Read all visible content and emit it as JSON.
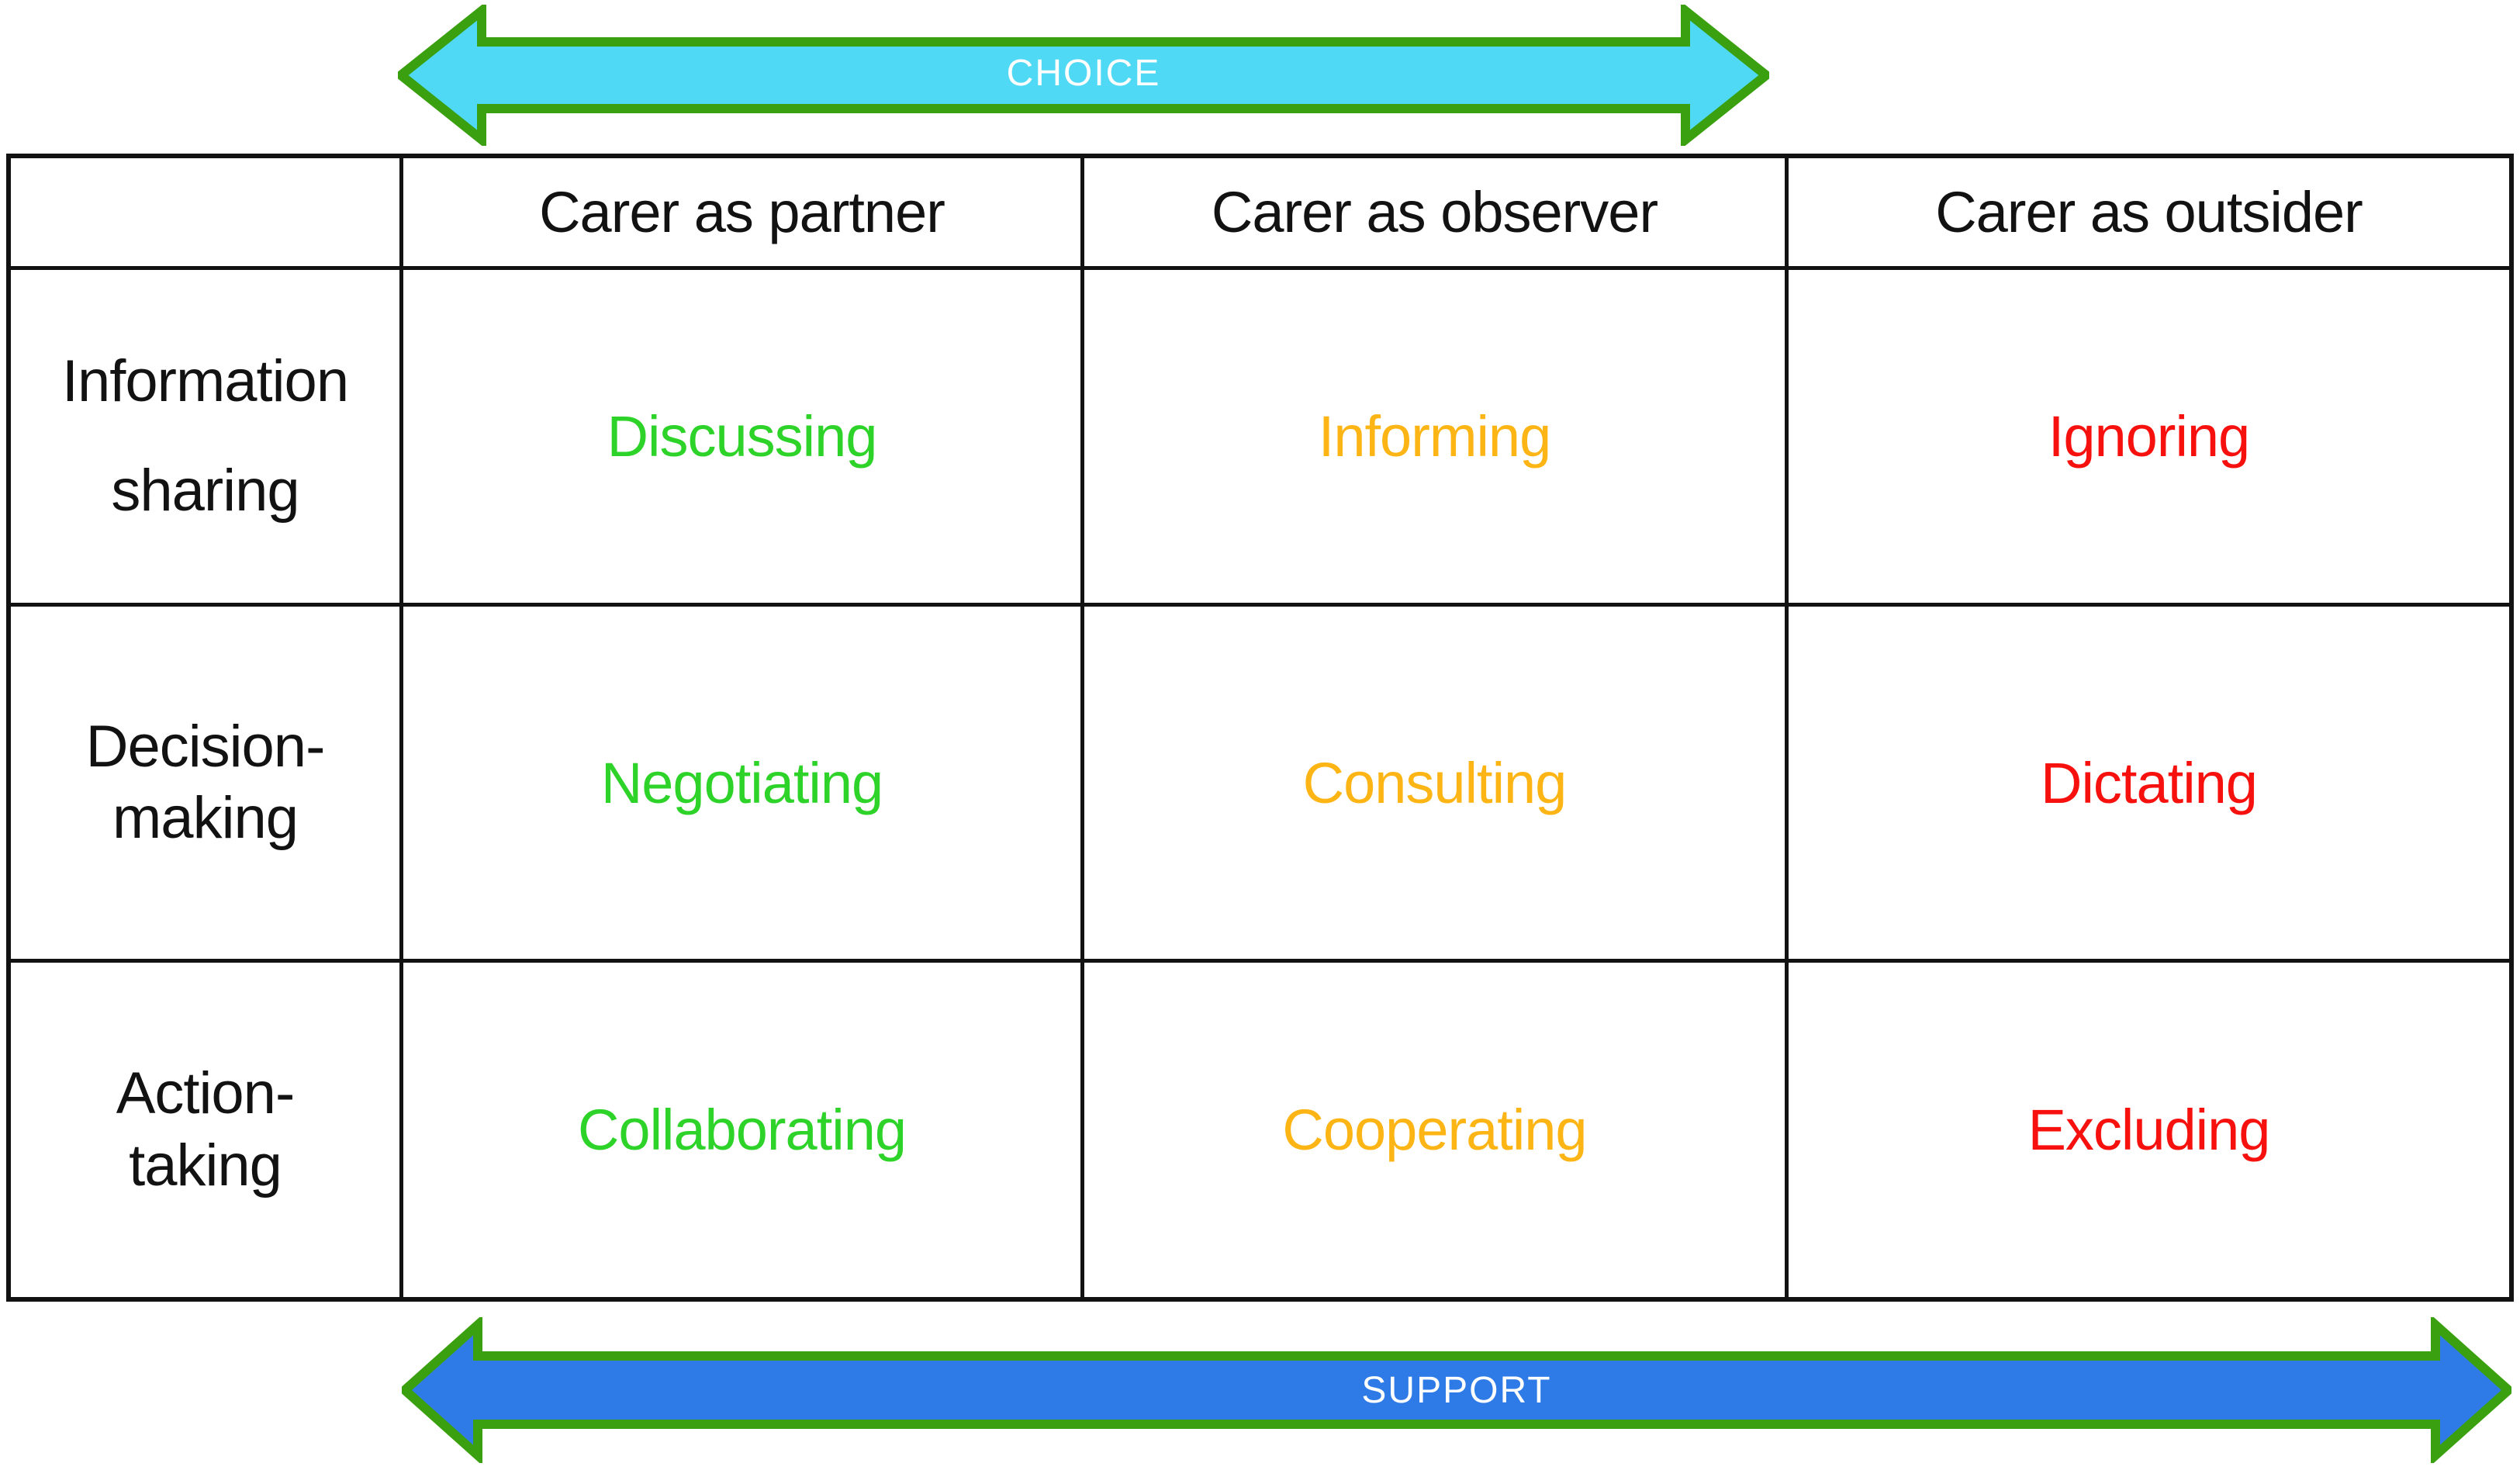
{
  "figure": {
    "top_arrow": {
      "label": "CHOICE"
    },
    "bottom_arrow": {
      "label": "SUPPORT"
    }
  },
  "table": {
    "headers": [
      "",
      "Carer as partner",
      "Carer as observer",
      "Carer as outsider"
    ],
    "rows": [
      {
        "label_lines": [
          "Information",
          "sharing"
        ],
        "cells": [
          {
            "text": "Discussing",
            "color": "#2ED32A"
          },
          {
            "text": "Informing",
            "color": "#FCB514"
          },
          {
            "text": "Ignoring",
            "color": "#F7110E"
          }
        ]
      },
      {
        "label_lines": [
          "Decision-",
          "making"
        ],
        "cells": [
          {
            "text": "Negotiating",
            "color": "#2ED32A"
          },
          {
            "text": "Consulting",
            "color": "#FCB514"
          },
          {
            "text": "Dictating",
            "color": "#F7110E"
          }
        ]
      },
      {
        "label_lines": [
          "Action-",
          "taking"
        ],
        "cells": [
          {
            "text": "Collaborating",
            "color": "#2ED32A"
          },
          {
            "text": "Cooperating",
            "color": "#FCB514"
          },
          {
            "text": "Excluding",
            "color": "#F7110E"
          }
        ]
      }
    ]
  },
  "colors": {
    "top_arrow_fill": "#4FD9F4",
    "bottom_arrow_fill": "#2E7BE8",
    "arrow_border": "#3AA00F",
    "arrow_text": "#FFFFFF",
    "table_border": "#121212",
    "text_black": "#121212"
  }
}
